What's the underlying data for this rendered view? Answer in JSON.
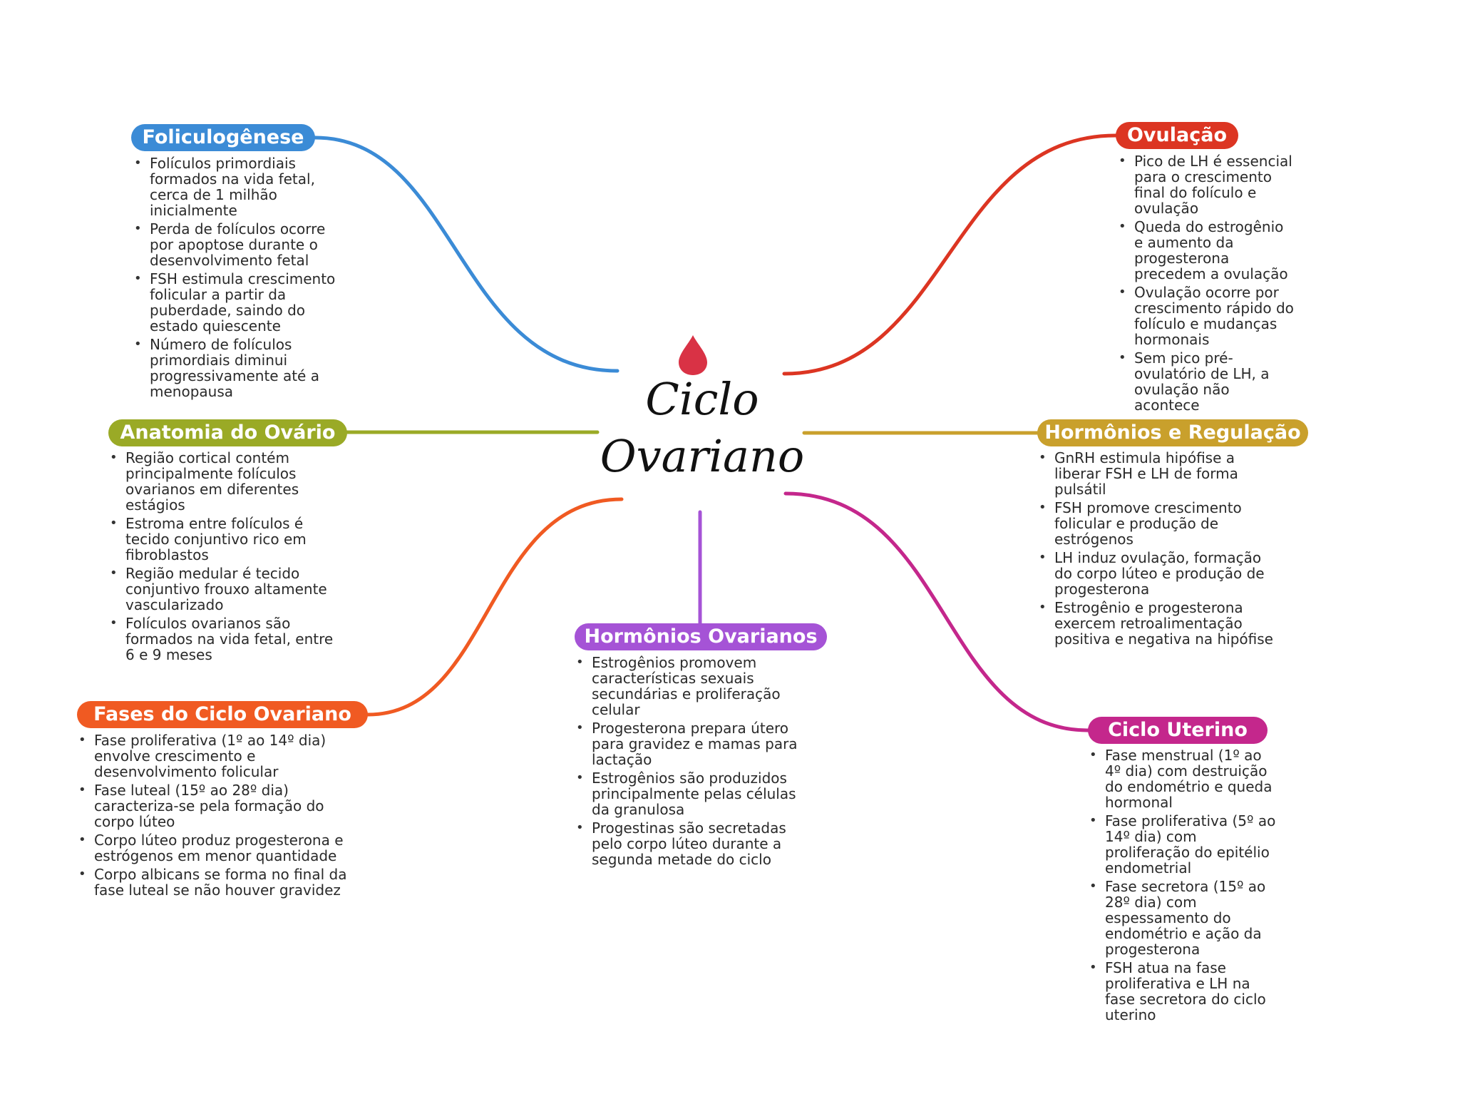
{
  "center": {
    "title": "Ciclo Ovariano",
    "icon": "blood-drop-icon",
    "icon_color": "#d93245"
  },
  "branches": [
    {
      "id": "foliculogenese",
      "title": "Foliculogênese",
      "color": "#3b8bd6",
      "items": [
        "Folículos primordiais formados na vida fetal, cerca de 1 milhão inicialmente",
        "Perda de folículos ocorre por apoptose durante o desenvolvimento fetal",
        "FSH estimula crescimento folicular a partir da puberdade, saindo do estado quiescente",
        "Número de folículos primordiais diminui progressivamente até a menopausa"
      ]
    },
    {
      "id": "anatomia",
      "title": "Anatomia do Ovário",
      "color": "#9aaa26",
      "items": [
        "Região cortical contém principalmente folículos ovarianos em diferentes estágios",
        "Estroma entre folículos é tecido conjuntivo rico em fibroblastos",
        "Região medular é tecido conjuntivo frouxo altamente vascularizado",
        "Folículos ovarianos são formados na vida fetal, entre 6 e 9 meses"
      ]
    },
    {
      "id": "fases",
      "title": "Fases do Ciclo Ovariano",
      "color": "#f05a22",
      "items": [
        "Fase proliferativa (1º ao 14º dia) envolve crescimento e desenvolvimento folicular",
        "Fase luteal (15º ao 28º dia) caracteriza-se pela formação do corpo lúteo",
        "Corpo lúteo produz progesterona e estrógenos em menor quantidade",
        "Corpo albicans se forma no final da fase luteal se não houver gravidez"
      ]
    },
    {
      "id": "hormonios-ovarianos",
      "title": "Hormônios Ovarianos",
      "color": "#a553d6",
      "items": [
        "Estrogênios promovem características sexuais secundárias e proliferação celular",
        "Progesterona prepara útero para gravidez e mamas para lactação",
        "Estrogênios são produzidos principalmente pelas células da granulosa",
        "Progestinas são secretadas pelo corpo lúteo durante a segunda metade do ciclo"
      ]
    },
    {
      "id": "ovulacao",
      "title": "Ovulação",
      "color": "#dc3522",
      "items": [
        "Pico de LH é essencial para o crescimento final do folículo e ovulação",
        "Queda do estrogênio e aumento da progesterona precedem a ovulação",
        "Ovulação ocorre por crescimento rápido do folículo e mudanças hormonais",
        "Sem pico pré-ovulatório de LH, a ovulação não acontece"
      ]
    },
    {
      "id": "hormonios-regulacao",
      "title": "Hormônios e Regulação",
      "color": "#c9a02c",
      "items": [
        "GnRH estimula hipófise a liberar FSH e LH de forma pulsátil",
        "FSH promove crescimento folicular e produção de estrógenos",
        "LH induz ovulação, formação do corpo lúteo e produção de progesterona",
        "Estrogênio e progesterona exercem retroalimentação positiva e negativa na hipófise"
      ]
    },
    {
      "id": "ciclo-uterino",
      "title": "Ciclo Uterino",
      "color": "#c4278c",
      "items": [
        "Fase menstrual (1º ao 4º dia) com destruição do endométrio e queda hormonal",
        "Fase proliferativa (5º ao 14º dia) com proliferação do epitélio endometrial",
        "Fase secretora (15º ao 28º dia) com espessamento do endométrio e ação da progesterona",
        "FSH atua na fase proliferativa e LH na fase secretora do ciclo uterino"
      ]
    }
  ]
}
